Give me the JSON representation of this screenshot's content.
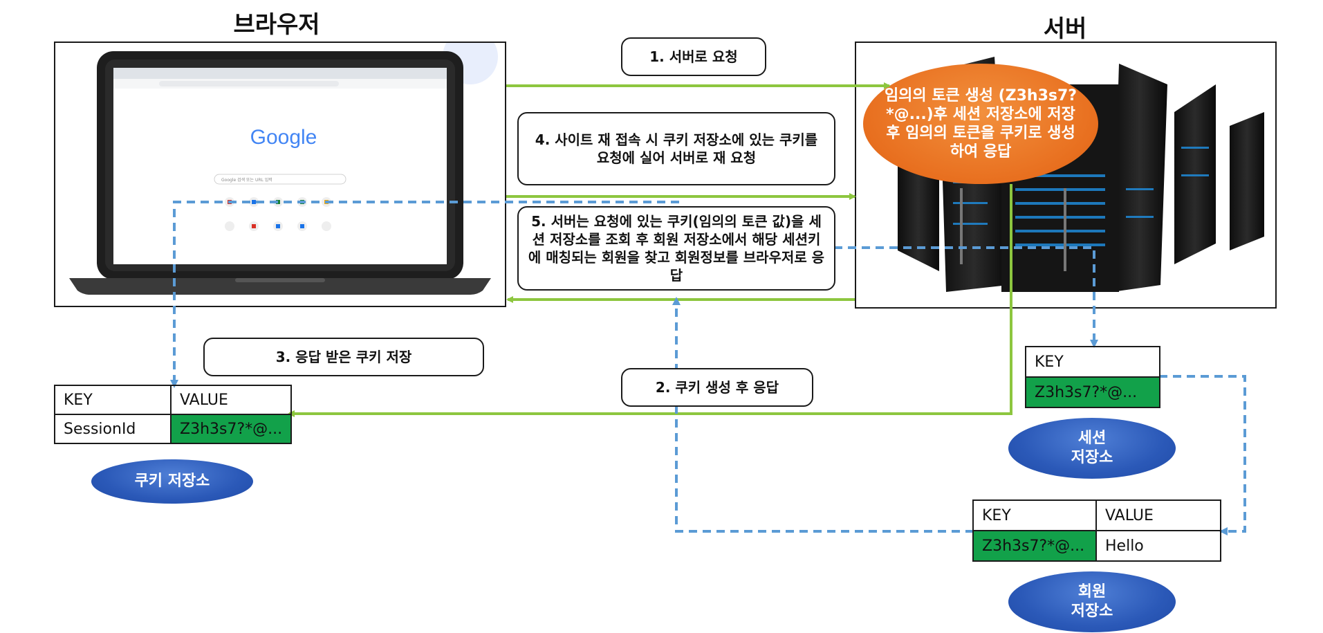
{
  "browser_title": "브라우저",
  "server_title": "서버",
  "steps": {
    "step1": "1. 서버로 요청",
    "step2": "2. 쿠키 생성 후 응답",
    "step3": "3. 응답 받은 쿠키 저장",
    "step4": "4. 사이트 재 접속 시 쿠키 저장소에 있는 쿠키를 요청에 실어 서버로 재 요청",
    "step5": "5. 서버는 요청에 있는 쿠키(임의의 토큰 값)을 세션 저장소를 조회 후 회원 저장소에서 해당 세션키에 매칭되는 회원을 찾고 회원정보를 브라우저로 응답"
  },
  "server_action": "임의의 토큰 생성 (Z3h3s7?*@...)후 세션 저장소에 저장후 임의의 토큰을 쿠키로 생성하여 응답",
  "laptop": {
    "google_logo": "Google",
    "search_placeholder": "Google 검색 또는 URL 입력"
  },
  "cookie_store": {
    "label": "쿠키 저장소",
    "headers": [
      "KEY",
      "VALUE"
    ],
    "row": [
      "SessionId",
      "Z3h3s7?*@..."
    ]
  },
  "session_store": {
    "label": "세션\n저장소",
    "header": "KEY",
    "value": "Z3h3s7?*@..."
  },
  "member_store": {
    "label": "회원\n저장소",
    "headers": [
      "KEY",
      "VALUE"
    ],
    "row": [
      "Z3h3s7?*@...",
      "Hello"
    ]
  },
  "colors": {
    "green_arrow": "#8dc63f",
    "blue_dashed": "#5b9bd5",
    "green_cell": "#12a14a",
    "blue_ellipse": "#2b59b8",
    "orange_ellipse": "#e86f1f"
  }
}
